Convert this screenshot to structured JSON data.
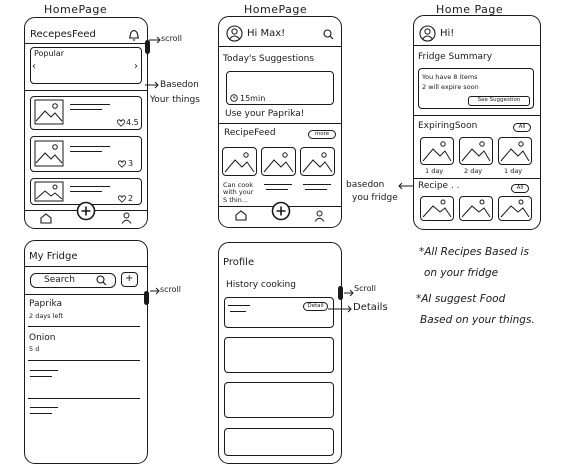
{
  "screen1": {
    "title": "HomePage",
    "feed_heading": "RecepesFeed",
    "popular_label": "Popular",
    "left_arrow": "‹",
    "right_arrow": "›",
    "likes": [
      "4.5",
      "3",
      "2"
    ],
    "scroll_note": "scroll",
    "based_note_line1": "Basedon",
    "based_note_line2": "Your things"
  },
  "screen2": {
    "title": "HomePage",
    "greeting": "Hi Max!",
    "suggestions_heading": "Today's Suggestions",
    "time": "15min",
    "use_text": "Use your Paprika!",
    "feed_heading": "RecipeFeed",
    "more_label": "more",
    "caption": "Can cook with your S thin...",
    "based_fridge_line1": "basedon",
    "based_fridge_line2": "you fridge"
  },
  "screen3": {
    "title": "Home Page",
    "greeting": "Hi!",
    "summary_heading": "Fridge Summary",
    "summary_line1": "You have 8 items",
    "summary_line2": "2 will expire soon",
    "see_button": "See Suggestion",
    "expiring_heading": "ExpiringSoon",
    "all_label": "All",
    "days": [
      "1 day",
      "2 day",
      "1 day"
    ],
    "recipe_heading": "Recipe . .",
    "recipe_all_label": "All"
  },
  "screen4": {
    "title": "My Fridge",
    "search_placeholder": "Search",
    "add_label": "+",
    "item1_name": "Paprika",
    "item1_detail": "2 days left",
    "item2_name": "Onion",
    "item2_detail": "5 d",
    "scroll_note": "scroll"
  },
  "screen5": {
    "title": "Profile",
    "history_heading": "History cooking",
    "detail_pill": "Detail",
    "scroll_note": "Scroll",
    "details_note": "Details"
  },
  "notes": {
    "note1_line1": "*All Recipes Based is",
    "note1_line2": "on your fridge",
    "note2_line1": "*AI suggest Food",
    "note2_line2": "Based on your things."
  }
}
